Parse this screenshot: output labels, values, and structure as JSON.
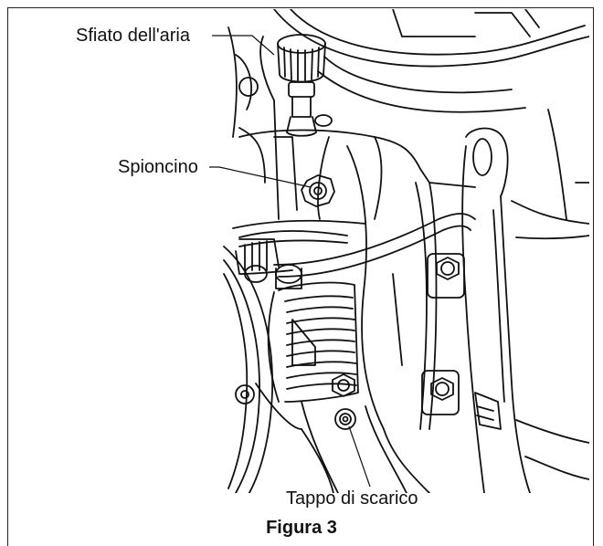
{
  "figure": {
    "caption": "Figura 3",
    "callouts": {
      "air_vent": "Sfiato dell'aria",
      "sight_glass": "Spioncino",
      "drain_plug": "Tappo di scarico"
    }
  },
  "colors": {
    "line": "#111111",
    "background": "#ffffff"
  }
}
